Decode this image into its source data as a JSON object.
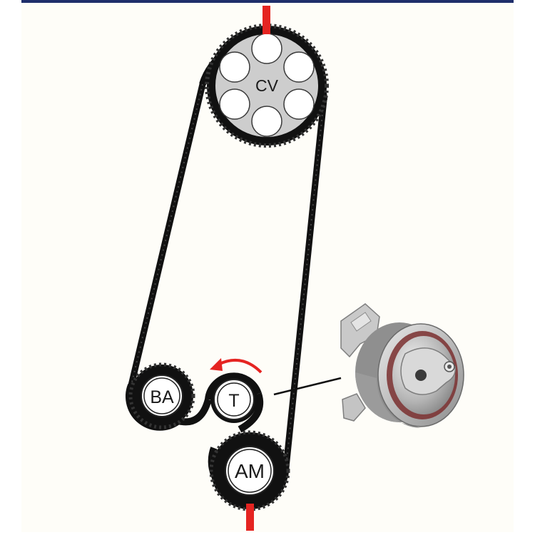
{
  "diagram": {
    "pulleys": {
      "camshaft": {
        "label": "CV"
      },
      "balance_shaft": {
        "label": "BA"
      },
      "tensioner": {
        "label": "T"
      },
      "crankshaft": {
        "label": "AM"
      }
    },
    "colors": {
      "belt": "#111111",
      "marker": "#e52421",
      "arrow": "#e52421",
      "pulley_face": "#cfcfcf",
      "tensioner_body": "#b9b9b9"
    },
    "icons": {
      "arrow": "curved-arrow-icon",
      "tensioner_part": "tensioner-pulley-photo"
    }
  }
}
